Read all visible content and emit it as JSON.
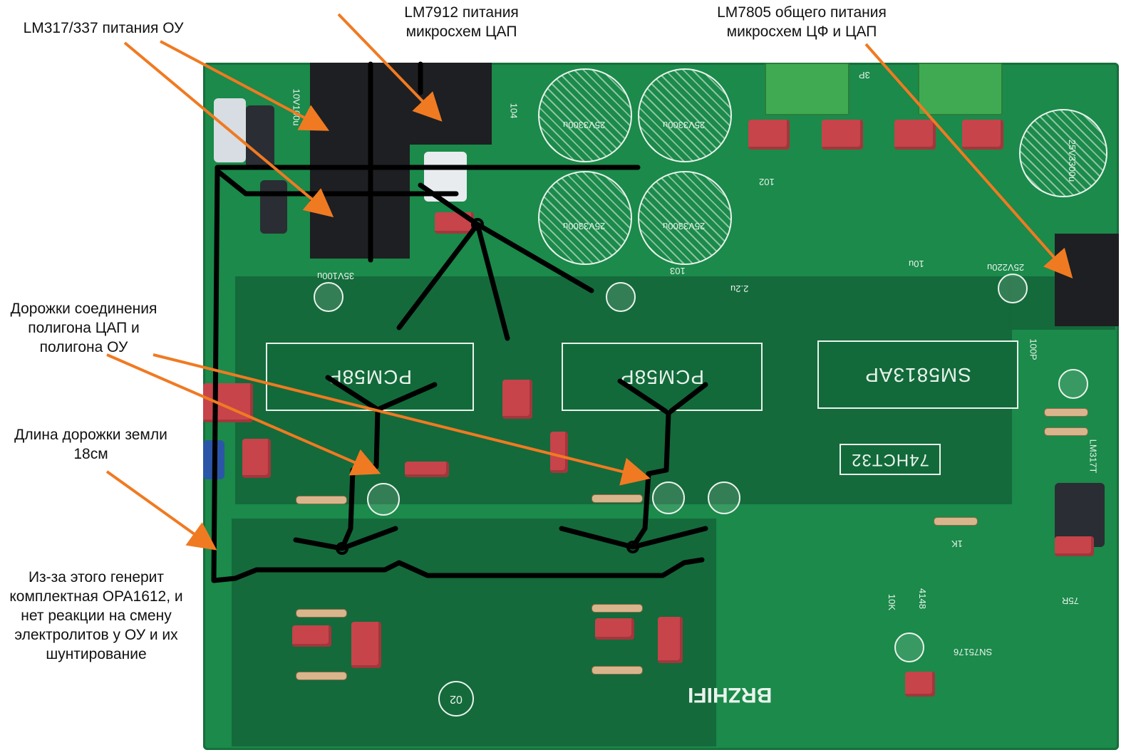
{
  "annotations": {
    "op_amp_supply": "LM317/337 питания ОУ",
    "dac_supply": "LM7912 питания\nмикросхем ЦАП",
    "common_supply": "LM7805 общего питания\nмикросхем ЦФ и ЦАП",
    "polygon_traces": "Дорожки соединения\nполигона ЦАП и\nполигона ОУ",
    "ground_length": "Длина дорожки земли\n18см",
    "oscillation_note": "Из-за этого генерит\nкомплектная OPA1612, и\nнет реакции на смену\nэлектролитов у ОУ и их\nшунтирование"
  },
  "board": {
    "chips": {
      "pcm58p_left": "PCM58P",
      "pcm58p_right": "PCM58P",
      "sm5813ap": "SM5813AP",
      "hct32": "74HCT32"
    },
    "brand": "BRZHIFI",
    "big_caps": [
      "25V3300u",
      "25V3300u",
      "25V3300u",
      "25V3300u",
      "25V3300u"
    ],
    "labels": {
      "c104": "104",
      "c103": "103",
      "c102": "102",
      "c35v100u": "35V100u",
      "c10u": "10u",
      "c2u2": "2.2u",
      "c25v220u": "25V220u",
      "c10v100u": "10V100u",
      "r75r": "75R",
      "r1k": "1K",
      "r10k": "10K",
      "d4148": "4148",
      "sn75176": "SN75176",
      "c100p": "100P",
      "lm317t": "LM317T",
      "c3p": "3P",
      "mark_02": "02"
    }
  },
  "colors": {
    "pcb_green": "#1b8a4a",
    "polygon_green": "#14683a",
    "arrow_orange": "#f07a22",
    "marker_black": "#000000",
    "component_red": "#c6444a",
    "silkscreen": "#e9f3ec"
  }
}
